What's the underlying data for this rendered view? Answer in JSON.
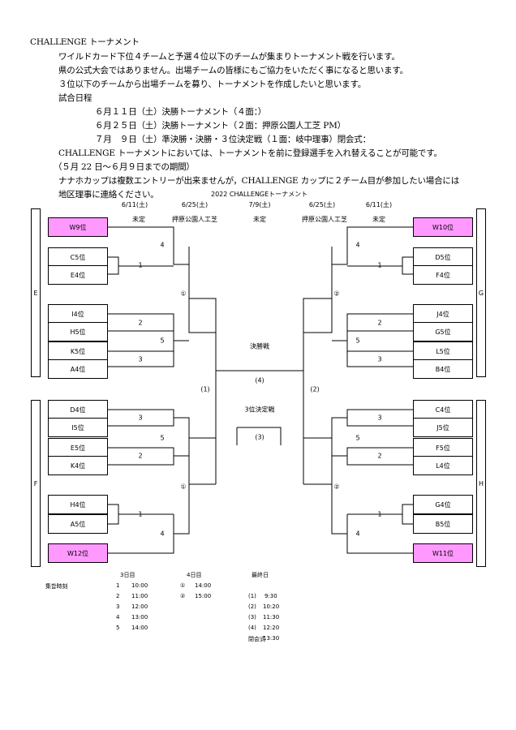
{
  "notice": {
    "lines": [
      "CHALLENGE トーナメント",
      "ワイルドカード下位４チームと予選４位以下のチームが集まりトーナメント戦を行います。",
      "県の公式大会ではありません。出場チームの皆様にもご協力をいただく事になると思います。",
      "３位以下のチームから出場チームを募り、トーナメントを作成したいと思います。",
      "試合日程",
      "６月１１日（土）決勝トーナメント（４面：）",
      "６月２５日（土）決勝トーナメント（２面：押原公園人工芝 PM）",
      "７月　９日（土）準決勝・決勝・３位決定戦（１面：岐中理事）閉会式：",
      "CHALLENGE トーナメントにおいては、トーナメントを前に登録選手を入れ替えることが可能です。",
      "（５月 22 日～６月９日までの期間）",
      "ナナホカップは複数エントリーが出来ませんが，CHALLENGE カップに２チーム目が参加したい場合には",
      "地区理事に連絡ください。"
    ]
  },
  "bracket": {
    "title": "2022 CHALLENGEトーナメント",
    "dates": [
      "6/11(土)",
      "6/25(土)",
      "7/9(土)",
      "6/25(土)",
      "6/11(土)"
    ],
    "venues": [
      "未定",
      "押原公園人工芝",
      "未定",
      "押原公園人工芝",
      "未定"
    ],
    "sides": [
      "E",
      "F",
      "G",
      "H"
    ],
    "left_teams": [
      "W9位",
      "C5位",
      "E4位",
      "I4位",
      "H5位",
      "K5位",
      "A4位",
      "D4位",
      "I5位",
      "E5位",
      "K4位",
      "H4位",
      "A5位",
      "W12位"
    ],
    "right_teams": [
      "W10位",
      "D5位",
      "F4位",
      "J4位",
      "G5位",
      "L5位",
      "B4位",
      "C4位",
      "J5位",
      "F5位",
      "L4位",
      "G4位",
      "B5位",
      "W11位"
    ],
    "left_match_numbers": [
      "1",
      "4",
      "2",
      "3",
      "5",
      "①",
      "3",
      "2",
      "5",
      "1",
      "4",
      "①",
      "(1)"
    ],
    "right_match_numbers": [
      "1",
      "4",
      "2",
      "3",
      "5",
      "②",
      "3",
      "2",
      "5",
      "1",
      "4",
      "②",
      "(2)"
    ],
    "final_label": "決勝戦",
    "final_number": "(4)",
    "third_label": "3位決定戦",
    "third_number": "(3)",
    "highlight_color": "#ff99ff"
  },
  "schedule": {
    "day3_header": "3日目",
    "day4_header": "4日目",
    "final_day_header": "最終日",
    "start_label": "集합時刻",
    "day3": [
      {
        "no": "1",
        "time": "10:00"
      },
      {
        "no": "2",
        "time": "11:00"
      },
      {
        "no": "3",
        "time": "12:00"
      },
      {
        "no": "4",
        "time": "13:00"
      },
      {
        "no": "5",
        "time": "14:00"
      }
    ],
    "day4": [
      {
        "no": "①",
        "time": "14:00"
      },
      {
        "no": "②",
        "time": "15:00"
      }
    ],
    "final_day": [
      {
        "no": "(1)",
        "time": "9:30"
      },
      {
        "no": "(2)",
        "time": "10:20"
      },
      {
        "no": "(3)",
        "time": "11:30"
      },
      {
        "no": "(4)",
        "time": "12:20"
      },
      {
        "no": "閉会式",
        "time": "13:30"
      }
    ]
  }
}
